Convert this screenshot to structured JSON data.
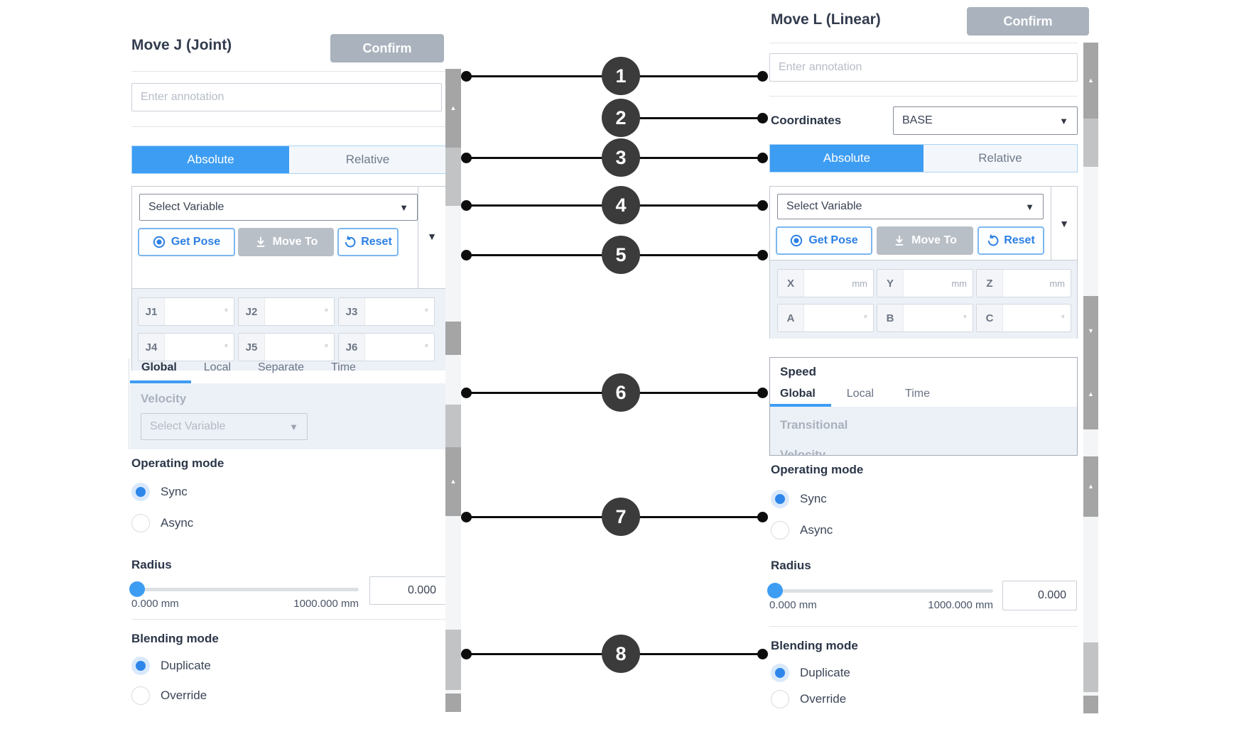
{
  "ui_blue": "#3d9df3",
  "callouts": {
    "numbers": [
      "1",
      "2",
      "3",
      "4",
      "5",
      "6",
      "7",
      "8"
    ]
  },
  "move_j": {
    "title": "Move J (Joint)",
    "confirm": "Confirm",
    "annotation_placeholder": "Enter annotation",
    "mode_tabs": {
      "absolute": "Absolute",
      "relative": "Relative",
      "selected": "Absolute"
    },
    "variable_select": {
      "placeholder": "Select Variable"
    },
    "buttons": {
      "get_pose": "Get Pose",
      "move_to": "Move To",
      "reset": "Reset"
    },
    "joints": [
      {
        "label": "J1",
        "unit": "°"
      },
      {
        "label": "J2",
        "unit": "°"
      },
      {
        "label": "J3",
        "unit": "°"
      },
      {
        "label": "J4",
        "unit": "°"
      },
      {
        "label": "J5",
        "unit": "°"
      },
      {
        "label": "J6",
        "unit": "°"
      }
    ],
    "speed": {
      "tabs": [
        "Global",
        "Local",
        "Separate",
        "Time"
      ],
      "selected_tab": "Global",
      "velocity_label": "Velocity",
      "velocity_placeholder": "Select Variable"
    },
    "operating_mode": {
      "label": "Operating mode",
      "sync": "Sync",
      "async": "Async",
      "selected": "Sync"
    },
    "radius": {
      "label": "Radius",
      "min_label": "0.000 mm",
      "max_label": "1000.000 mm",
      "value": "0.000"
    },
    "blending": {
      "label": "Blending mode",
      "duplicate": "Duplicate",
      "override": "Override",
      "selected": "Duplicate"
    }
  },
  "move_l": {
    "title": "Move L (Linear)",
    "confirm": "Confirm",
    "annotation_placeholder": "Enter annotation",
    "coordinates": {
      "label": "Coordinates",
      "value": "BASE"
    },
    "mode_tabs": {
      "absolute": "Absolute",
      "relative": "Relative",
      "selected": "Absolute"
    },
    "variable_select": {
      "placeholder": "Select Variable"
    },
    "buttons": {
      "get_pose": "Get Pose",
      "move_to": "Move To",
      "reset": "Reset"
    },
    "pose_fields": [
      {
        "label": "X",
        "unit": "mm"
      },
      {
        "label": "Y",
        "unit": "mm"
      },
      {
        "label": "Z",
        "unit": "mm"
      },
      {
        "label": "A",
        "unit": "°"
      },
      {
        "label": "B",
        "unit": "°"
      },
      {
        "label": "C",
        "unit": "°"
      }
    ],
    "speed": {
      "title": "Speed",
      "tabs": [
        "Global",
        "Local",
        "Time"
      ],
      "selected_tab": "Global",
      "transitional_label": "Transitional",
      "clipped_label": "Velocity"
    },
    "operating_mode": {
      "label": "Operating mode",
      "sync": "Sync",
      "async": "Async",
      "selected": "Sync"
    },
    "radius": {
      "label": "Radius",
      "min_label": "0.000 mm",
      "max_label": "1000.000 mm",
      "value": "0.000"
    },
    "blending": {
      "label": "Blending mode",
      "duplicate": "Duplicate",
      "override": "Override",
      "selected": "Duplicate"
    }
  }
}
